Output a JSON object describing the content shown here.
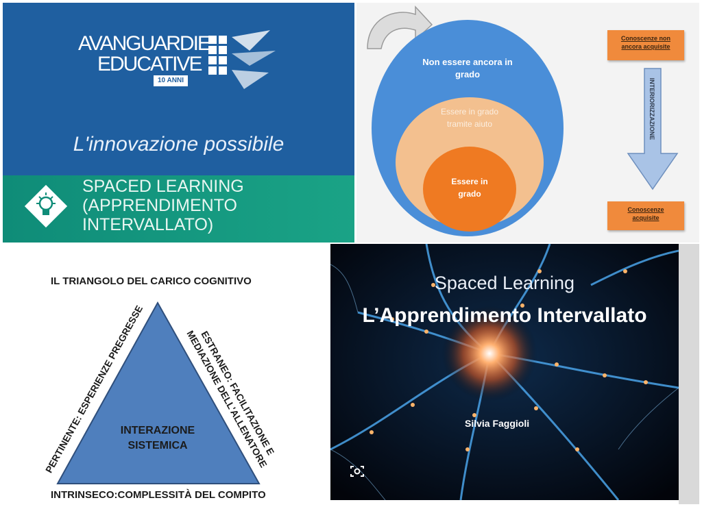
{
  "panel1": {
    "logo_line1": "AVANGUARDIE",
    "logo_line2": "EDUCATIVE",
    "logo_badge": "10 ANNI",
    "tagline": "L'innovazione possibile",
    "band_line1": "SPACED LEARNING",
    "band_line2": "(APPRENDIMENTO",
    "band_line3": "INTERVALLATO)",
    "icon": "lightbulb-icon"
  },
  "panel2": {
    "outer_l1": "Non essere ancora in",
    "outer_l2": "grado",
    "middle_l1": "Essere in grado",
    "middle_l2": "tramite aiuto",
    "inner_l1": "Essere in",
    "inner_l2": "grado",
    "box_top_l1": "Conoscenze non",
    "box_top_l2": "ancora acquisite",
    "arrow_label": "INTERIORIZZAZIONE",
    "box_bottom_l1": "Conoscenze",
    "box_bottom_l2": "acquisite",
    "colors": {
      "outer": "#4a8ed8",
      "middle": "#f3c08f",
      "inner": "#ef7a22",
      "arrow": "#a9c3e6"
    }
  },
  "panel3": {
    "title": "IL TRIANGOLO DEL CARICO COGNITIVO",
    "left_side": "PERTINENTE: ESPERIENZE PREGRESSE",
    "right_side_l1": "ESTRANEO: FACILITAZIONE E",
    "right_side_l2": "MEDIAZIONE DELL'ALLENATORE",
    "center_l1": "INTERAZIONE",
    "center_l2": "SISTEMICA",
    "bottom": "INTRINSECO:COMPLESSITÀ DEL COMPITO",
    "triangle_color": "#4f7fbd"
  },
  "panel4": {
    "title1": "Spaced Learning",
    "title2": "L’Apprendimento Intervallato",
    "author": "Silvia Faggioli"
  }
}
